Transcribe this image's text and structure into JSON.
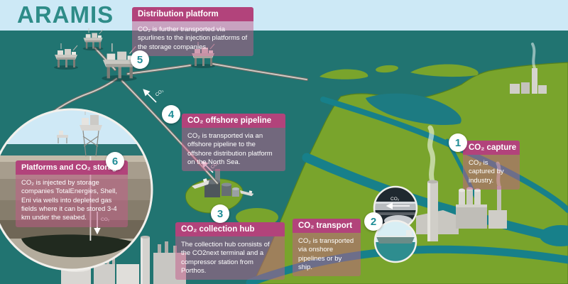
{
  "brand": {
    "logo": "ARAMIS"
  },
  "steps": [
    {
      "number": "1",
      "title": "CO₂ capture",
      "body": "CO₂ is captured by industry."
    },
    {
      "number": "2",
      "title": "CO₂ transport",
      "body": "CO₂ is transported via onshore pipelines or by ship."
    },
    {
      "number": "3",
      "title": "CO₂ collection hub",
      "body": "The collection hub consists of the CO2next terminal and a compressor station from Porthos."
    },
    {
      "number": "4",
      "title": "CO₂ offshore pipeline",
      "body": "CO₂ is transported via an offshore pipeline to the offshore distribution platform on the North Sea."
    },
    {
      "number": "5",
      "title": "Distribution platform",
      "body": "CO₂ is further transported via spurlines to the injection platforms of the storage companies."
    },
    {
      "number": "6",
      "title": "Platforms and CO₂ storage",
      "body": "CO₂ is injected by storage companies TotalEnergies, Shell, Eni via wells into depleted gas fields where it can be stored 3-4 km under the seabed."
    }
  ],
  "labels": {
    "co2": "CO₂"
  },
  "colors": {
    "brand_teal": "#2E8C88",
    "accent_magenta": "#B2437B",
    "callout_body_overlay": "rgba(196,92,138,0.5)",
    "sky": "#CDE9F6",
    "sea": "#20706E",
    "land": "#79A42C",
    "river": "#17808A",
    "badge_number": "#1E8C96"
  }
}
